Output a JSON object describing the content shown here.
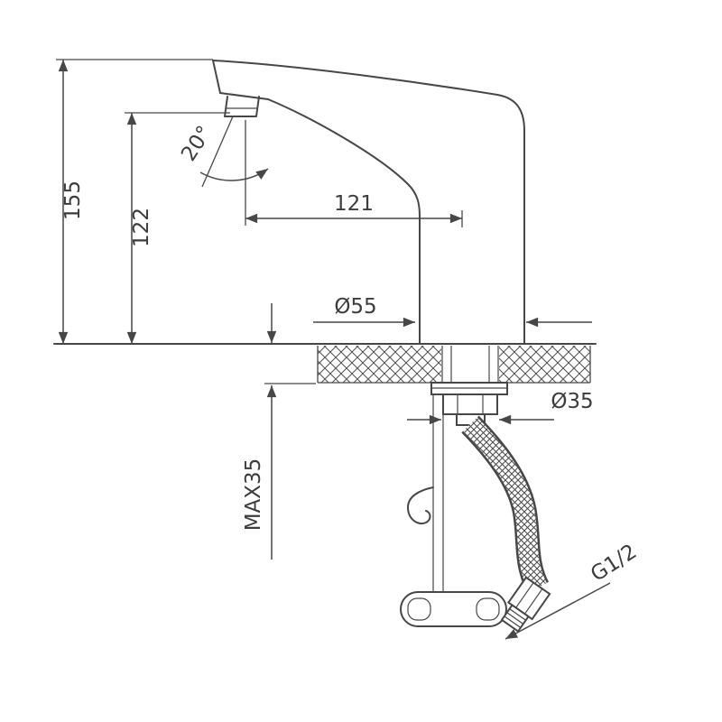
{
  "drawing": {
    "description": "faucet installation dimension drawing",
    "dimensions": {
      "total_height": "155",
      "spout_height": "122",
      "spout_angle": "20°",
      "spout_reach": "121",
      "base_diameter": "Ø55",
      "shank_diameter": "Ø35",
      "max_counter_thickness": "MAX35",
      "thread_size": "G1/2"
    },
    "colors": {
      "line": "#474747",
      "text": "#3c3c3c",
      "background": "#ffffff"
    }
  }
}
